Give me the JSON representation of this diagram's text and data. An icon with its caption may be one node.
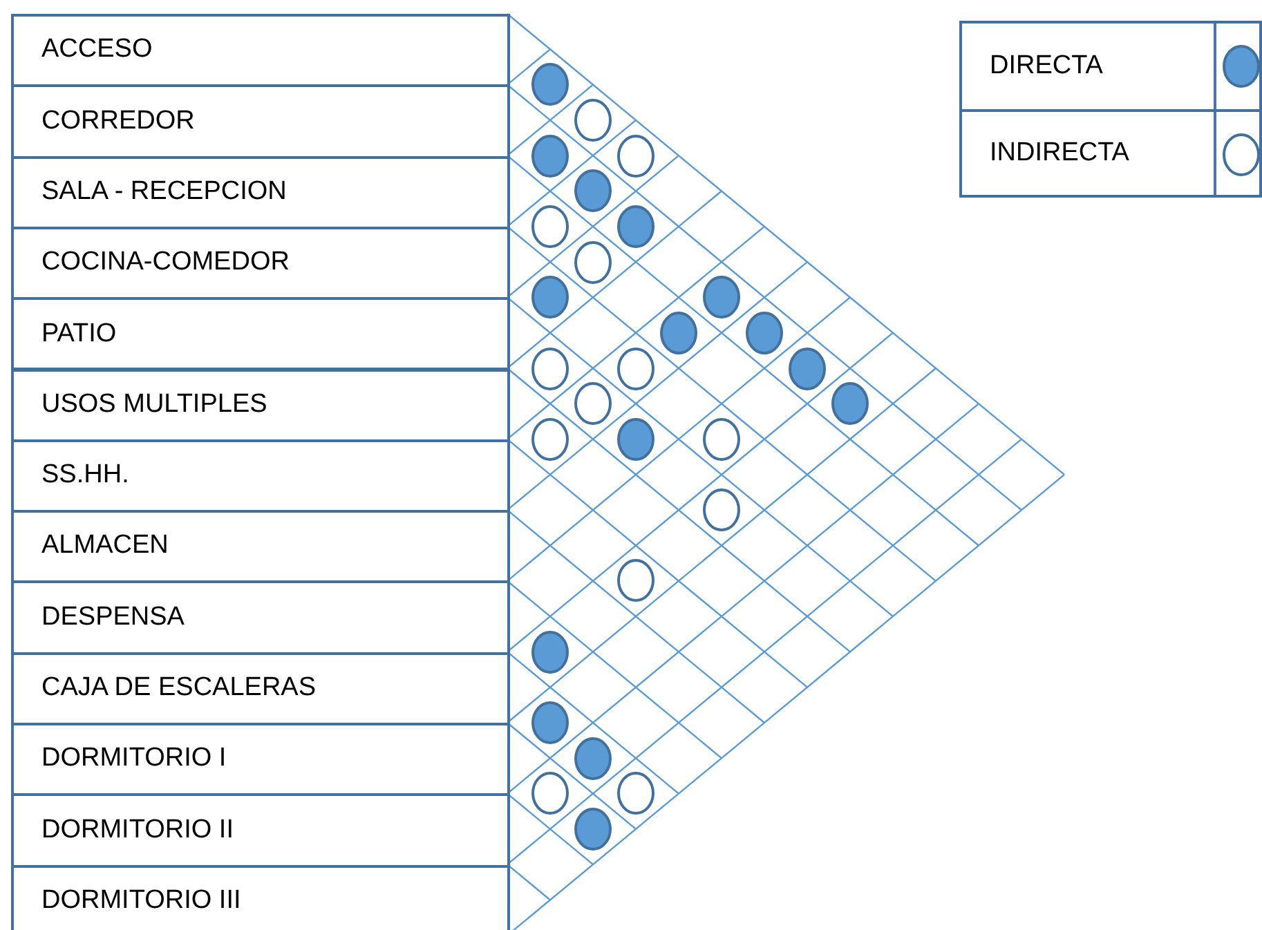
{
  "diagram": {
    "nodes": [
      {
        "text": [
          "ACCESO"
        ]
      },
      {
        "text": [
          "CORREDOR"
        ]
      },
      {
        "text": [
          "SALA - RECEPCION"
        ]
      },
      {
        "text": [
          "COCINA-COMEDOR"
        ]
      },
      {
        "text": [
          "PATIO"
        ]
      },
      {
        "text": [
          "USOS MULTIPLES"
        ]
      },
      {
        "text": [
          "SS.HH."
        ]
      },
      {
        "text": [
          "ALMACEN"
        ]
      },
      {
        "text": [
          "DESPENSA"
        ]
      },
      {
        "text": [
          "CAJA DE ESCALERAS"
        ]
      },
      {
        "text": [
          "DORMITORIO I"
        ]
      },
      {
        "text": [
          "DORMITORIO II"
        ]
      },
      {
        "text": [
          "DORMITORIO III"
        ]
      },
      {
        "text": [],
        "shape": "dot"
      },
      {
        "text": [],
        "shape": "circle"
      },
      {
        "text": [],
        "shape": "dot"
      },
      {
        "text": [],
        "shape": "circle"
      },
      {
        "text": [],
        "shape": "dot"
      },
      {
        "text": [],
        "shape": "circle"
      },
      {
        "text": [],
        "shape": "dot"
      },
      {
        "text": [],
        "shape": "circle"
      },
      {
        "text": [],
        "shape": "dot"
      },
      {
        "text": [],
        "shape": "dot"
      },
      {
        "text": [],
        "shape": "dot"
      },
      {
        "text": [],
        "shape": "dot"
      },
      {
        "text": [],
        "shape": "circle"
      },
      {
        "text": [],
        "shape": "circle"
      },
      {
        "text": [],
        "shape": "dot"
      },
      {
        "text": [],
        "shape": "circle"
      },
      {
        "text": [],
        "shape": "dot"
      },
      {
        "text": [],
        "shape": "circle"
      },
      {
        "text": [],
        "shape": "dot"
      },
      {
        "text": [],
        "shape": "circle"
      },
      {
        "text": [],
        "shape": "circle"
      },
      {
        "text": [],
        "shape": "circle"
      },
      {
        "text": [],
        "shape": "dot"
      },
      {
        "text": [],
        "shape": "dot"
      },
      {
        "text": [],
        "shape": "dot"
      },
      {
        "text": [],
        "shape": "circle"
      },
      {
        "text": [],
        "shape": "circle"
      },
      {
        "text": [],
        "shape": "dot"
      }
    ],
    "legend": [
      {
        "text": "DIRECTA"
      },
      {
        "text": "INDIRECTA"
      }
    ]
  }
}
